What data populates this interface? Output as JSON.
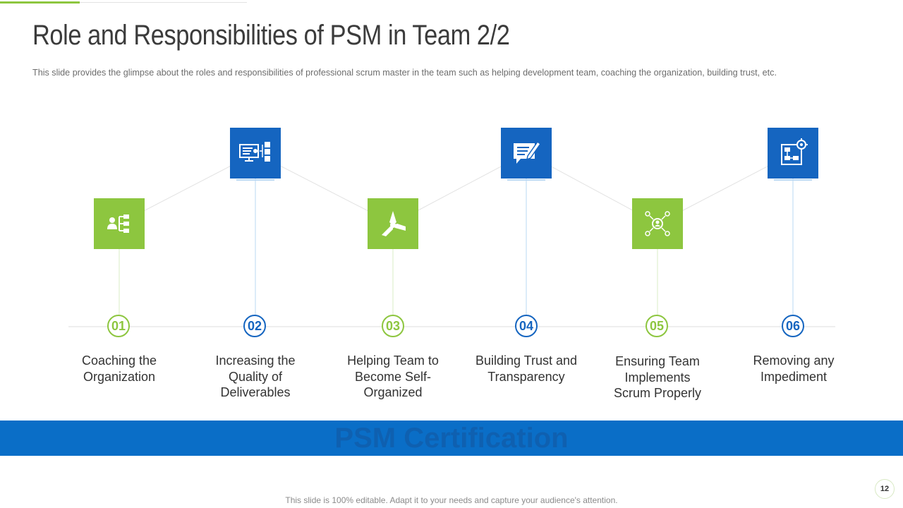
{
  "title": "Role and Responsibilities of PSM in Team 2/2",
  "subtitle": "This slide provides the glimpse about the roles and responsibilities of professional scrum master in the team such as helping development team, coaching the organization, building trust, etc.",
  "steps": [
    {
      "number": "01",
      "label": "Coaching the Organization",
      "icon": "org-chart-person-icon",
      "color": "green"
    },
    {
      "number": "02",
      "label": "Increasing the Quality of Deliverables",
      "icon": "monitor-checklist-icon",
      "color": "blue"
    },
    {
      "number": "03",
      "label": "Helping Team to Become Self-Organized",
      "icon": "team-hands-icon",
      "color": "green"
    },
    {
      "number": "04",
      "label": "Building Trust and Transparency",
      "icon": "document-pen-icon",
      "color": "blue"
    },
    {
      "number": "05",
      "label": "Ensuring Team Implements Scrum Properly",
      "icon": "team-network-icon",
      "color": "green"
    },
    {
      "number": "06",
      "label": "Removing any Impediment",
      "icon": "flowchart-gear-icon",
      "color": "blue"
    }
  ],
  "banner": "PSM Certification",
  "footer": "This slide is 100% editable. Adapt it to your needs and capture your audience's attention.",
  "page_number": "12",
  "colors": {
    "green": "#8dc63f",
    "blue": "#1565c0",
    "banner": "#0a6ec7"
  }
}
